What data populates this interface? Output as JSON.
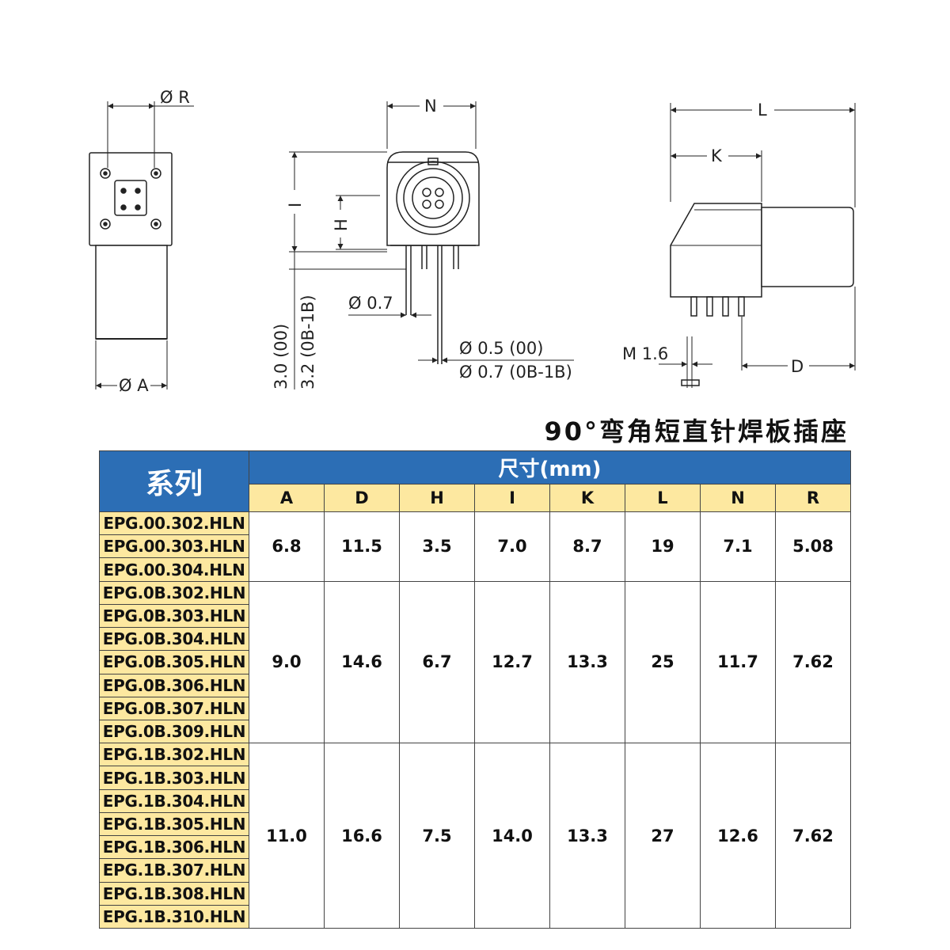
{
  "drawing_labels": {
    "front": {
      "phi_r": "Ø R",
      "phi_a": "Ø A"
    },
    "side": {
      "n": "N",
      "i": "I",
      "h": "H",
      "pin_dia": "Ø 0.7",
      "pin_len_00": "3.0 (00)",
      "pin_len_0b1b": "3.2 (0B-1B)",
      "tip_00": "Ø 0.5 (00)",
      "tip_0b1b": "Ø 0.7 (0B-1B)"
    },
    "top": {
      "l": "L",
      "k": "K",
      "m": "M 1.6",
      "d": "D"
    }
  },
  "caption": "90°弯角短直针焊板插座",
  "table": {
    "series_header": "系列",
    "dim_header": "尺寸(mm)",
    "columns": [
      "A",
      "D",
      "H",
      "I",
      "K",
      "L",
      "N",
      "R"
    ],
    "groups": [
      {
        "models": [
          "EPG.00.302.HLN",
          "EPG.00.303.HLN",
          "EPG.00.304.HLN"
        ],
        "values": [
          "6.8",
          "11.5",
          "3.5",
          "7.0",
          "8.7",
          "19",
          "7.1",
          "5.08"
        ]
      },
      {
        "models": [
          "EPG.0B.302.HLN",
          "EPG.0B.303.HLN",
          "EPG.0B.304.HLN",
          "EPG.0B.305.HLN",
          "EPG.0B.306.HLN",
          "EPG.0B.307.HLN",
          "EPG.0B.309.HLN"
        ],
        "values": [
          "9.0",
          "14.6",
          "6.7",
          "12.7",
          "13.3",
          "25",
          "11.7",
          "7.62"
        ]
      },
      {
        "models": [
          "EPG.1B.302.HLN",
          "EPG.1B.303.HLN",
          "EPG.1B.304.HLN",
          "EPG.1B.305.HLN",
          "EPG.1B.306.HLN",
          "EPG.1B.307.HLN",
          "EPG.1B.308.HLN",
          "EPG.1B.310.HLN"
        ],
        "values": [
          "11.0",
          "16.6",
          "7.5",
          "14.0",
          "13.3",
          "27",
          "12.6",
          "7.62"
        ]
      }
    ]
  }
}
